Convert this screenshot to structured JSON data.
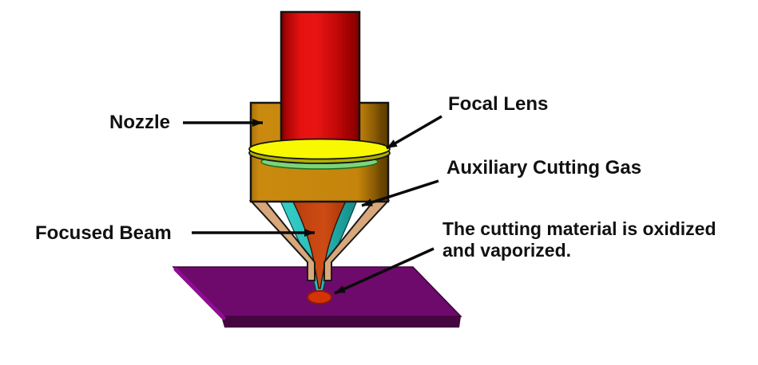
{
  "diagram": {
    "description_labels": {
      "nozzle": "Nozzle",
      "focal_lens": "Focal Lens",
      "auxiliary_cutting_gas": "Auxiliary Cutting Gas",
      "focused_beam": "Focused Beam",
      "cutting_note_line1": "The cutting material is oxidized",
      "cutting_note_line2": "and vaporized."
    },
    "icons": [
      "arrow-to-nozzle-icon",
      "arrow-to-focal-lens-icon",
      "arrow-to-auxiliary-gas-icon",
      "arrow-to-focused-beam-icon",
      "arrow-to-cutting-spot-icon"
    ],
    "colors": {
      "laser_beam_red": "#DE0E0E",
      "nozzle_gold": "#C5840B",
      "focal_lens_yellow": "#F8F800",
      "lens_rim_olive": "#B0B000",
      "lens_rim_green": "#7CD47C",
      "gas_cyan": "#2BBCB8",
      "beam_cone_orange": "#CE4B14",
      "funnel_tan": "#D8A87A",
      "material_purple": "#6E0A6C",
      "material_edge_dark": "#45063F",
      "material_highlight": "#8E0E92",
      "spot_red": "#D43208",
      "arrow_black": "#0A0A0A",
      "label_text": "#111111",
      "background": "#FFFFFF"
    }
  }
}
